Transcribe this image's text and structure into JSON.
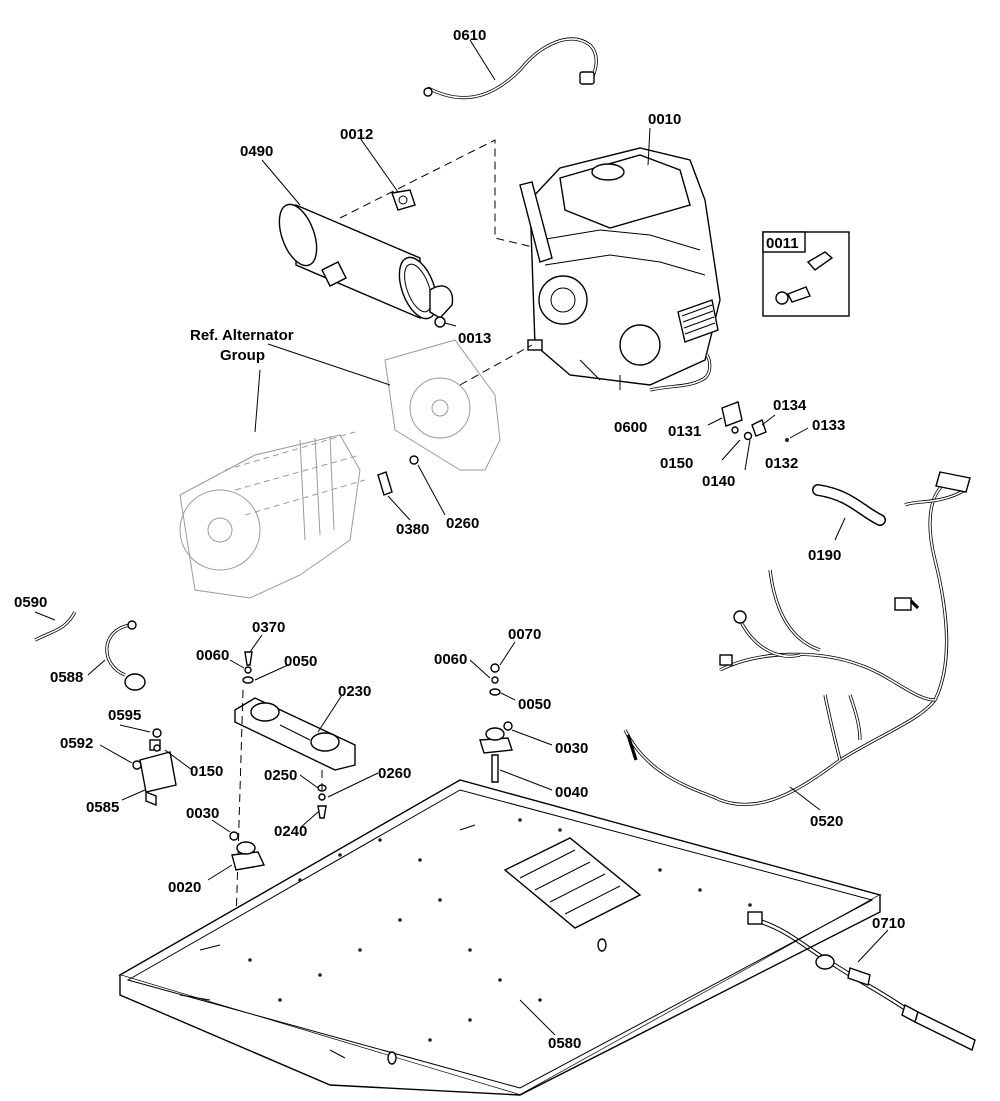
{
  "labels": {
    "p0610": "0610",
    "p0010": "0010",
    "p0012": "0012",
    "p0490": "0490",
    "p0011": "0011",
    "p0013": "0013",
    "ref_alt_line1": "Ref. Alternator",
    "ref_alt_line2": "Group",
    "p0600": "0600",
    "p0134": "0134",
    "p0131": "0131",
    "p0133": "0133",
    "p0150a": "0150",
    "p0132": "0132",
    "p0140": "0140",
    "p0190": "0190",
    "p0380": "0380",
    "p0260a": "0260",
    "p0590": "0590",
    "p0370": "0370",
    "p0060a": "0060",
    "p0050a": "0050",
    "p0588": "0588",
    "p0230": "0230",
    "p0070": "0070",
    "p0060b": "0060",
    "p0050b": "0050",
    "p0595": "0595",
    "p0592": "0592",
    "p0150b": "0150",
    "p0030a": "0030",
    "p0585": "0585",
    "p0250": "0250",
    "p0260b": "0260",
    "p0040": "0040",
    "p0240": "0240",
    "p0030b": "0030",
    "p0520": "0520",
    "p0020": "0020",
    "p0710": "0710",
    "p0580": "0580"
  }
}
